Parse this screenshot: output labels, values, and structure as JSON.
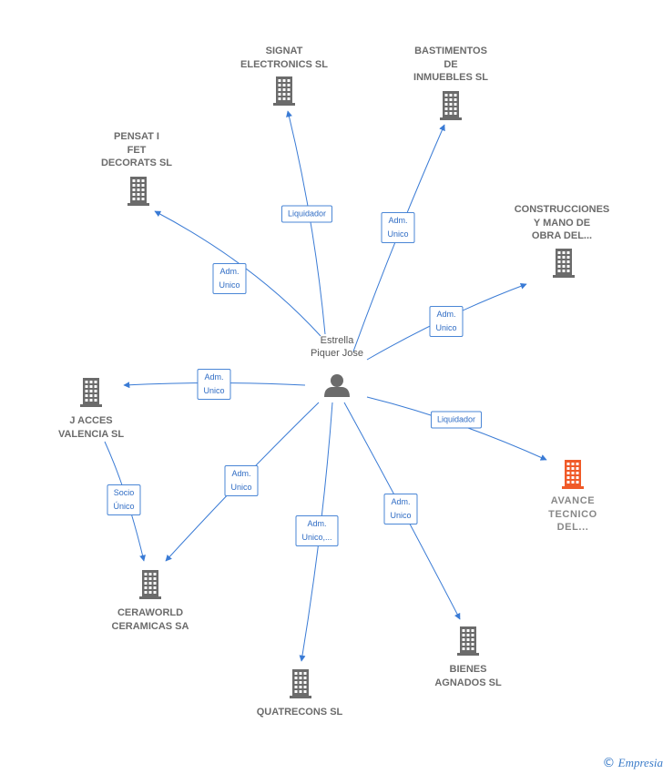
{
  "center": {
    "label": "Estrella\nPiquer Jose"
  },
  "colors": {
    "edge": "#3a7bd5",
    "building": "#6b6b6b",
    "highlight": "#f05a28"
  },
  "nodes": [
    {
      "id": "signat",
      "label": "SIGNAT\nELECTRONICS SL",
      "highlight": false
    },
    {
      "id": "bastimentos",
      "label": "BASTIMENTOS\nDE\nINMUEBLES SL",
      "highlight": false
    },
    {
      "id": "pensat",
      "label": "PENSAT I\nFET\nDECORATS SL",
      "highlight": false
    },
    {
      "id": "construcciones",
      "label": "CONSTRUCCIONES\nY MANO DE\nOBRA DEL...",
      "highlight": false
    },
    {
      "id": "jacces",
      "label": "J ACCES\nVALENCIA SL",
      "highlight": false
    },
    {
      "id": "avance",
      "label": "AVANCE\nTECNICO\nDEL...",
      "highlight": true
    },
    {
      "id": "ceraworld",
      "label": "CERAWORLD\nCERAMICAS SA",
      "highlight": false
    },
    {
      "id": "quatrecons",
      "label": "QUATRECONS SL",
      "highlight": false
    },
    {
      "id": "bienes",
      "label": "BIENES\nAGNADOS SL",
      "highlight": false
    }
  ],
  "edges": [
    {
      "id": "e-signat",
      "label": "Liquidador"
    },
    {
      "id": "e-bastimentos",
      "label": "Adm.\nUnico"
    },
    {
      "id": "e-pensat",
      "label": "Adm.\nUnico"
    },
    {
      "id": "e-construcciones",
      "label": "Adm.\nUnico"
    },
    {
      "id": "e-jacces",
      "label": "Adm.\nUnico"
    },
    {
      "id": "e-avance",
      "label": "Liquidador"
    },
    {
      "id": "e-ceraworld",
      "label": "Adm.\nUnico"
    },
    {
      "id": "e-quatrecons",
      "label": "Adm.\nUnico,..."
    },
    {
      "id": "e-bienes",
      "label": "Adm.\nUnico"
    },
    {
      "id": "e-jacces-ceraworld",
      "label": "Socio\nÚnico"
    }
  ],
  "footer": {
    "symbol": "©",
    "brand": "Empresia"
  }
}
